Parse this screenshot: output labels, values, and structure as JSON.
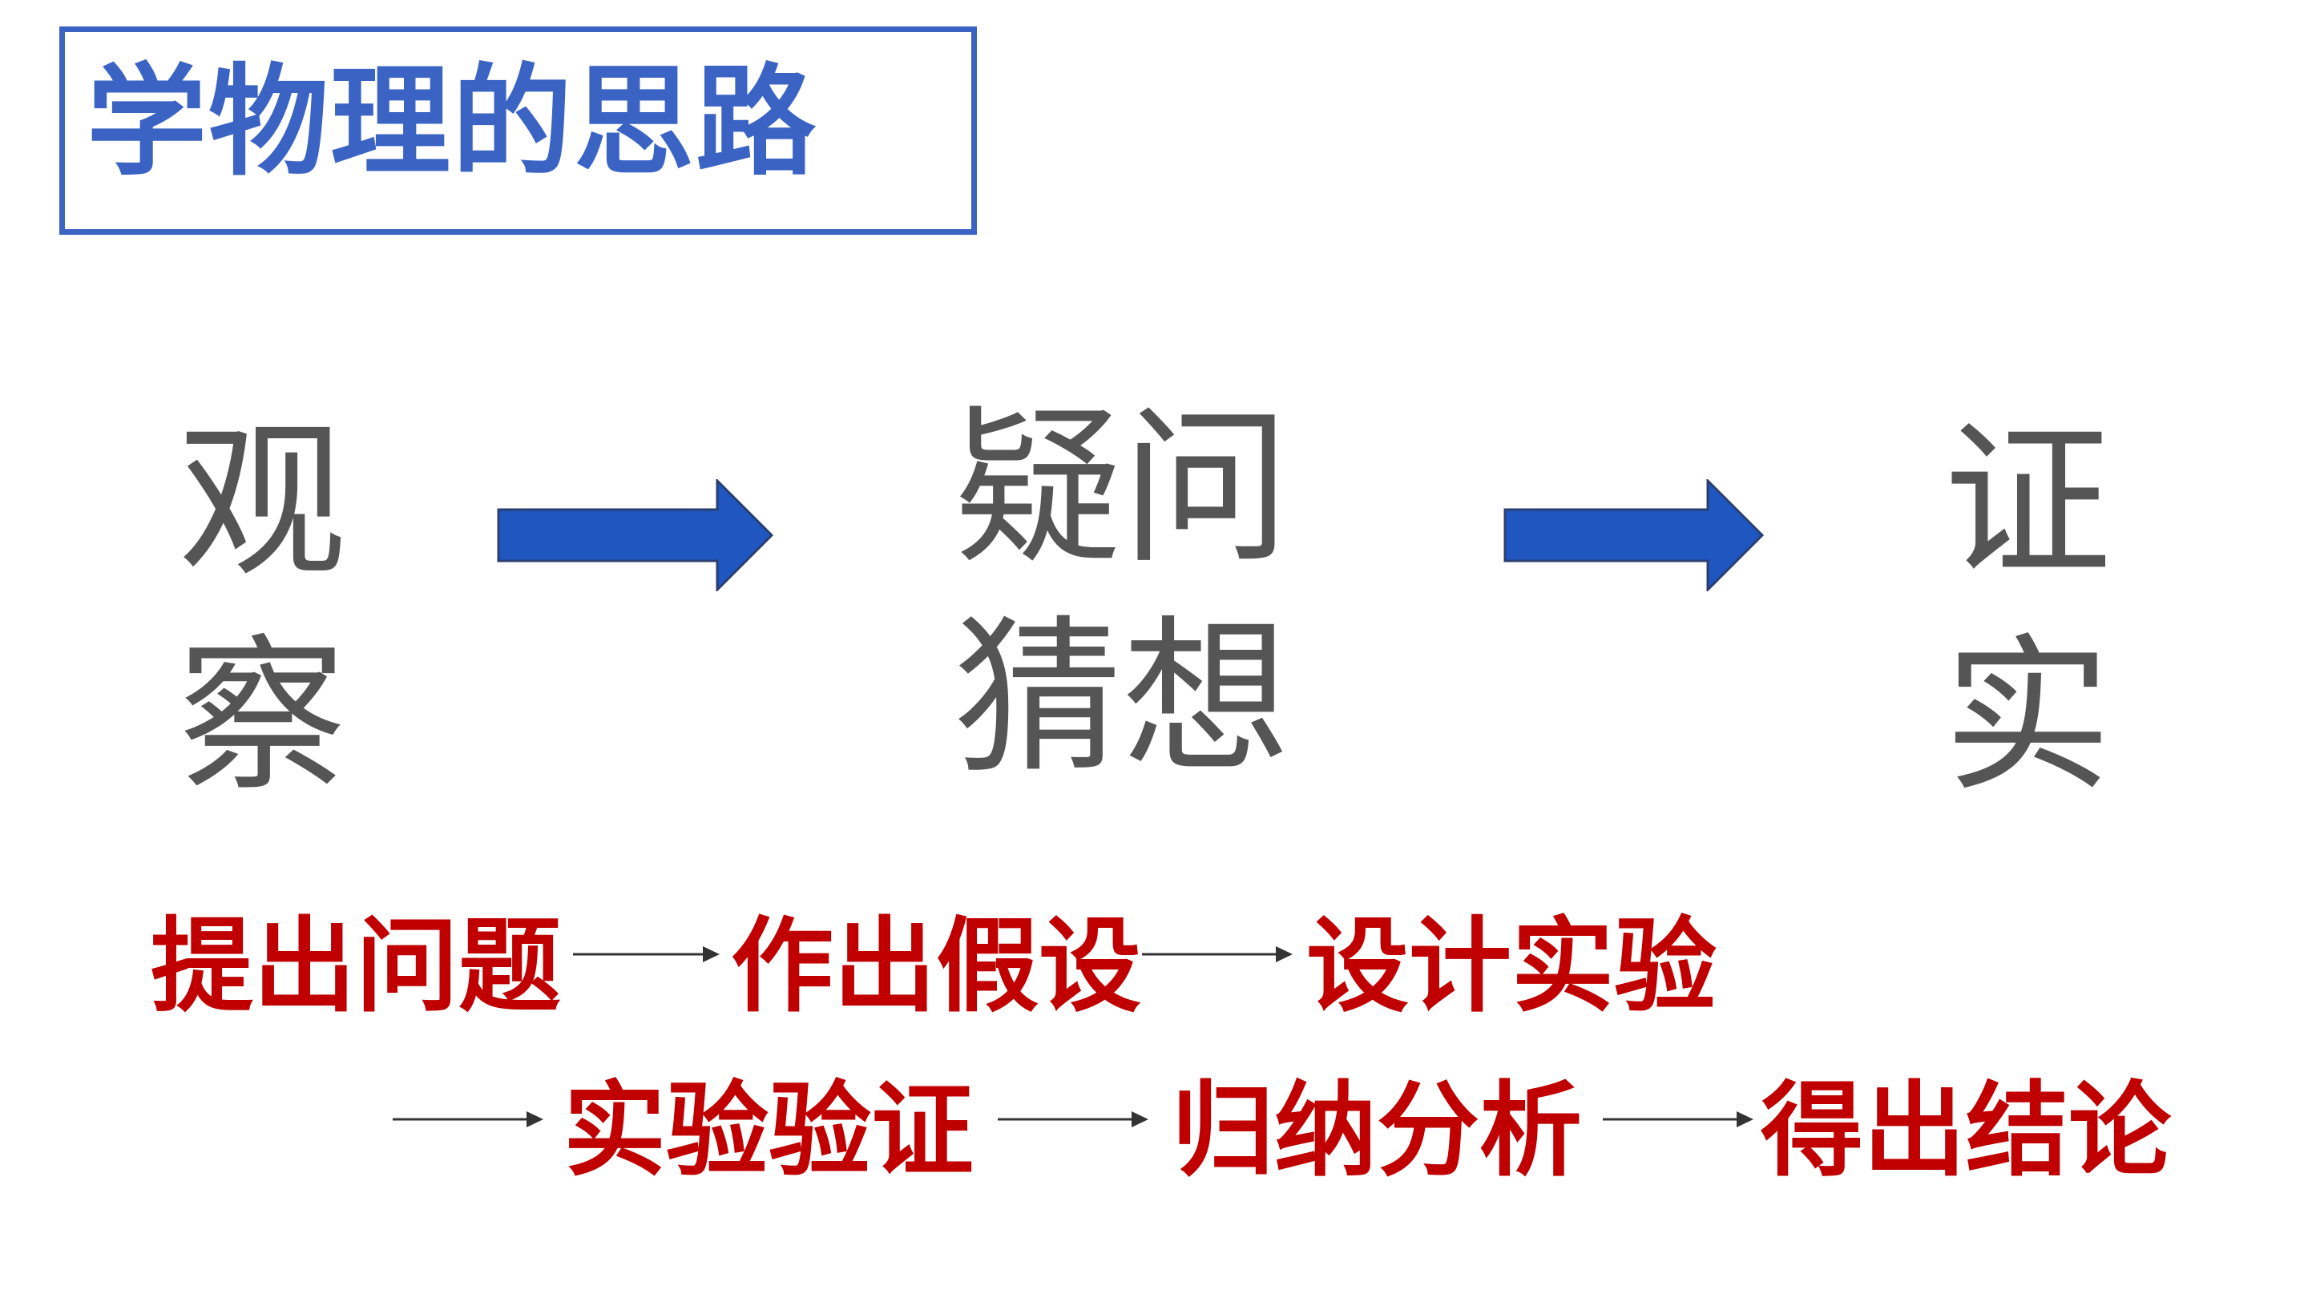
{
  "title": "学物理的思路",
  "stages": [
    {
      "line1": "观",
      "line2": "察"
    },
    {
      "line1": "疑问",
      "line2": "猜想"
    },
    {
      "line1": "证",
      "line2": "实"
    }
  ],
  "steps": [
    "提出问题",
    "作出假设",
    "设计实验",
    "实验验证",
    "归纳分析",
    "得出结论"
  ],
  "colors": {
    "title": "#3a63c4",
    "stage_text": "#555555",
    "big_arrow": "#1f56c0",
    "steps": "#c00000",
    "thin_arrow": "#333333"
  }
}
